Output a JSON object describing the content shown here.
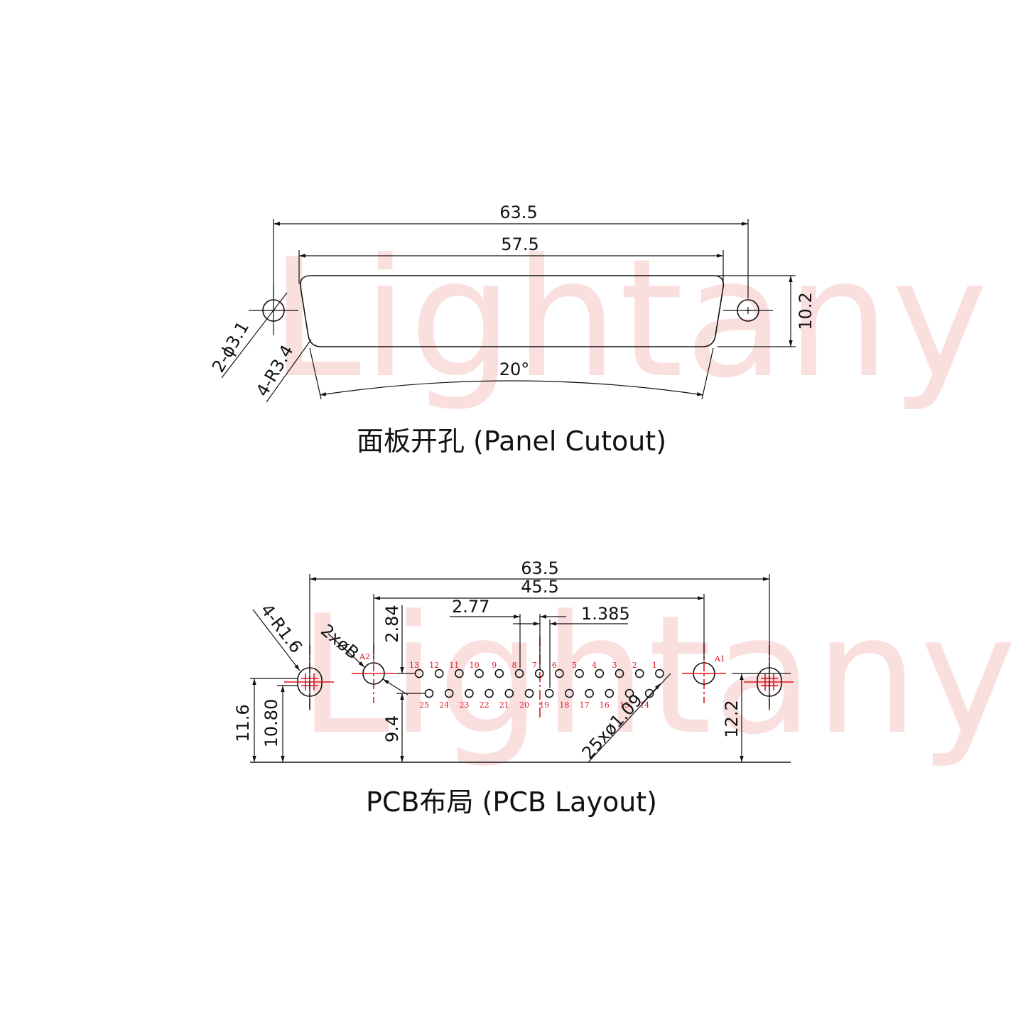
{
  "watermark": "Lightany",
  "panel": {
    "caption": "面板开孔 (Panel Cutout)",
    "dims": {
      "overall": "63.5",
      "shell": "57.5",
      "height": "10.2",
      "hole": "2-ϕ3.1",
      "radius": "4-R3.4",
      "angle": "20°"
    }
  },
  "pcb": {
    "caption": "PCB布局 (PCB Layout)",
    "dims": {
      "overall": "63.5",
      "holes": "45.5",
      "pitch": "2.77",
      "offset": "1.385",
      "row_gap": "2.84",
      "h1": "11.6",
      "h2": "10.80",
      "h3": "9.4",
      "h4": "12.2",
      "corner": "4-R1.6",
      "mount_hole": "2xøB",
      "pin_hole": "25xø1.09"
    },
    "labels": {
      "a1": "A1",
      "a2": "A2"
    },
    "top_pins": [
      "13",
      "12",
      "11",
      "10",
      "9",
      "8",
      "7",
      "6",
      "5",
      "4",
      "3",
      "2",
      "1"
    ],
    "bottom_pins": [
      "25",
      "24",
      "23",
      "22",
      "21",
      "20",
      "19",
      "18",
      "17",
      "16",
      "15",
      "14"
    ]
  },
  "colors": {
    "line": "#111111",
    "center": "#e0141e",
    "watermark": "#f6c6c6"
  }
}
